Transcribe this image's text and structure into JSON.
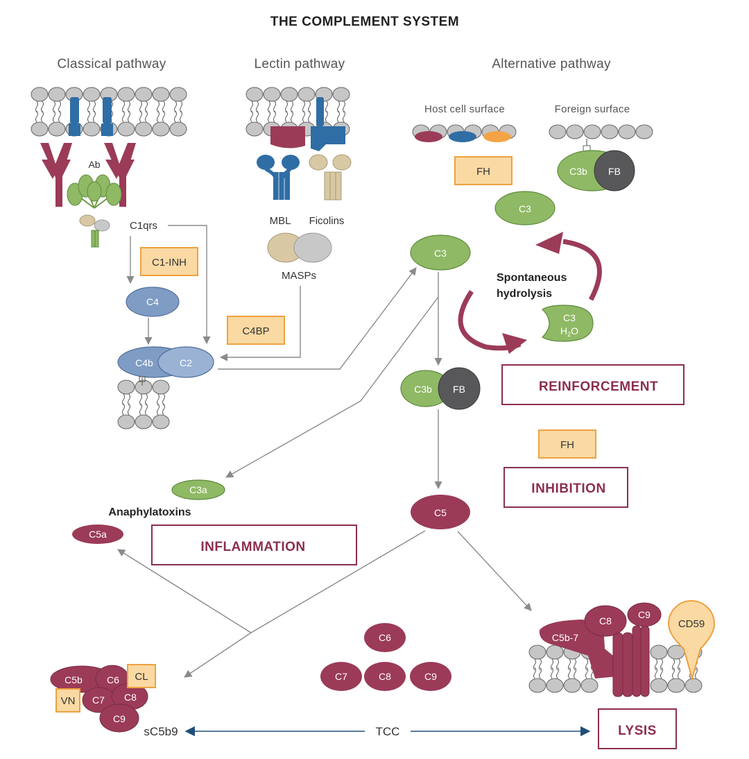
{
  "title": "THE COMPLEMENT SYSTEM",
  "pathways": {
    "classical": "Classical pathway",
    "lectin": "Lectin pathway",
    "alternative": "Alternative pathway"
  },
  "surfaces": {
    "host": "Host cell surface",
    "foreign": "Foreign surface"
  },
  "labels": {
    "ab": "Ab",
    "c1qrs": "C1qrs",
    "mbl": "MBL",
    "ficolins": "Ficolins",
    "masps": "MASPs",
    "spontaneous_line1": "Spontaneous",
    "spontaneous_line2": "hydrolysis",
    "anaphylatoxins": "Anaphylatoxins",
    "tcc": "TCC",
    "sc5b9": "sC5b9"
  },
  "regulators": {
    "c1_inh": "C1-INH",
    "c4bp": "C4BP",
    "fh_top": "FH",
    "fh_mid": "FH",
    "cl": "CL",
    "vn": "VN",
    "cd59": "CD59"
  },
  "molecules": {
    "c4": "C4",
    "c4b": "C4b",
    "c2": "C2",
    "c3b_top": "C3b",
    "fb_top": "FB",
    "c3_top": "C3",
    "c3_mid": "C3",
    "c3_h2o_1": "C3",
    "c3_h2o_2": "H",
    "c3_h2o_sub": "2",
    "c3_h2o_3": "O",
    "c3b_mid": "C3b",
    "fb_mid": "FB",
    "c3a": "C3a",
    "c5a": "C5a",
    "c5": "C5",
    "c6": "C6",
    "c7": "C7",
    "c8": "C8",
    "c9": "C9",
    "c5b7": "C5b-7",
    "mac_c8": "C8",
    "mac_c9": "C9",
    "sc_c5b": "C5b",
    "sc_c6": "C6",
    "sc_c7": "C7",
    "sc_c8": "C8",
    "sc_c9": "C9"
  },
  "effects": {
    "reinforcement": "REINFORCEMENT",
    "inhibition": "INHIBITION",
    "inflammation": "INFLAMMATION",
    "lysis": "LYSIS"
  },
  "colors": {
    "green": "#8fb964",
    "blue": "#7f9cc4",
    "crimson": "#9b3b58",
    "orange_fill": "#fbd9a3",
    "orange_stroke": "#eea13f",
    "effect_text": "#8c2e4e",
    "membrane": "#c6c6c6",
    "ab_blue": "#2f6da5",
    "ficolin_tan": "#d8c8a4"
  }
}
